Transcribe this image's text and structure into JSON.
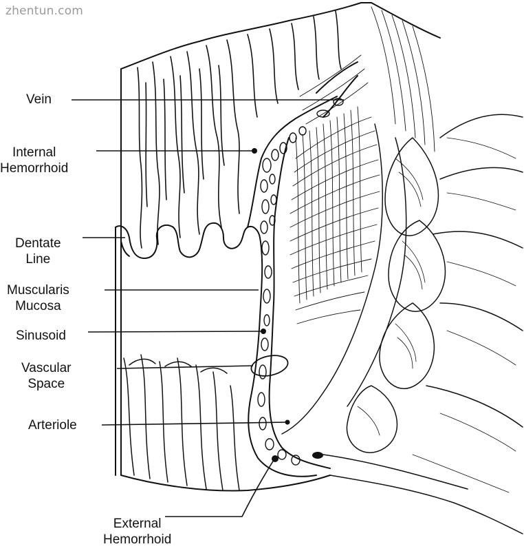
{
  "watermark": "zhentun.com",
  "labels": {
    "vein": [
      "Vein"
    ],
    "internal_hemorrhoid": [
      "Internal",
      "Hemorrhoid"
    ],
    "dentate_line": [
      "Dentate",
      "Line"
    ],
    "muscularis_mucosa": [
      "Muscularis",
      "Mucosa"
    ],
    "sinusoid": [
      "Sinusoid"
    ],
    "vascular_space": [
      "Vascular",
      "Space"
    ],
    "arteriole": [
      "Arteriole"
    ],
    "external_hemorrhoid": [
      "External",
      "Hemorrhoid"
    ]
  }
}
